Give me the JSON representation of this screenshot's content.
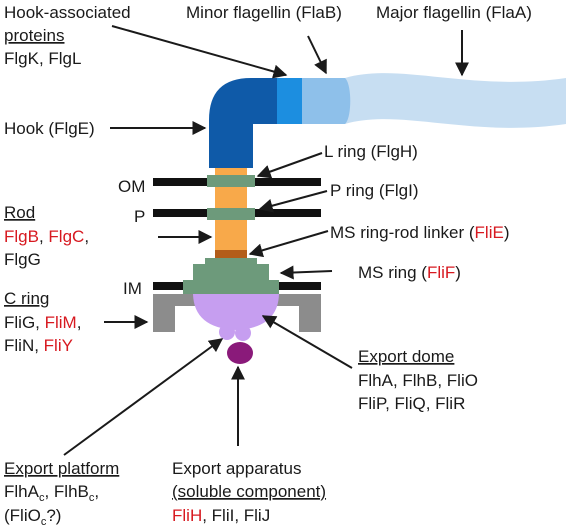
{
  "colors": {
    "black": "#1a1a1a",
    "highlight_red": "#d71920",
    "hook_dark": "#0f5aa8",
    "hook_mid": "#1c8ee0",
    "flagellin_b": "#8ec0ea",
    "flagellin_a": "#c7def2",
    "rod_orange": "#f8a94a",
    "linker_brown": "#b35d1a",
    "ring_green": "#6d9a7b",
    "c_ring_grey": "#8c8c8c",
    "export_lilac": "#c69ef0",
    "atpase_purple": "#8a1a7a",
    "membrane": "#111111"
  },
  "labels": {
    "hook_associated_1": "Hook-associated",
    "hook_associated_2": "proteins",
    "hook_associated_genes": "FlgK, FlgL",
    "minor_flagellin": "Minor flagellin (FlaB)",
    "major_flagellin": "Major flagellin (FlaA)",
    "hook": "Hook (FlgE)",
    "l_ring": "L ring (FlgH)",
    "p_ring": "P ring (FlgI)",
    "om": "OM",
    "p": "P",
    "im": "IM",
    "rod_title": "Rod",
    "rod_flgB": "FlgB",
    "rod_sep1": ", ",
    "rod_flgC": "FlgC",
    "rod_sep2": ",",
    "rod_flgG": "FlgG",
    "ms_linker_pre": "MS ring-rod linker (",
    "ms_linker_red": "FliE",
    "ms_linker_post": ")",
    "ms_ring_pre": "MS ring (",
    "ms_ring_red": "FliF",
    "ms_ring_post": ")",
    "c_ring_title": "C ring",
    "c_ring_fliG": "FliG, ",
    "c_ring_fliM": "FliM",
    "c_ring_comma": ",",
    "c_ring_fliN": "FliN, ",
    "c_ring_fliY": "FliY",
    "export_dome_title": "Export dome",
    "export_dome_line1": "FlhA, FlhB, FliO",
    "export_dome_line2": "FliP, FliQ, FliR",
    "export_platform_title": "Export platform",
    "ep_flhA": "FlhA",
    "ep_sub_c1": "c",
    "ep_comma1": ", FlhB",
    "ep_sub_c2": "c",
    "ep_comma2": ",",
    "ep_open": "(FliO",
    "ep_sub_c3": "c",
    "ep_close": "?)",
    "export_apparatus_title": "Export apparatus",
    "export_apparatus_sub": "(soluble component)",
    "ea_fliH": "FliH",
    "ea_rest": ", FliI, FliJ"
  }
}
